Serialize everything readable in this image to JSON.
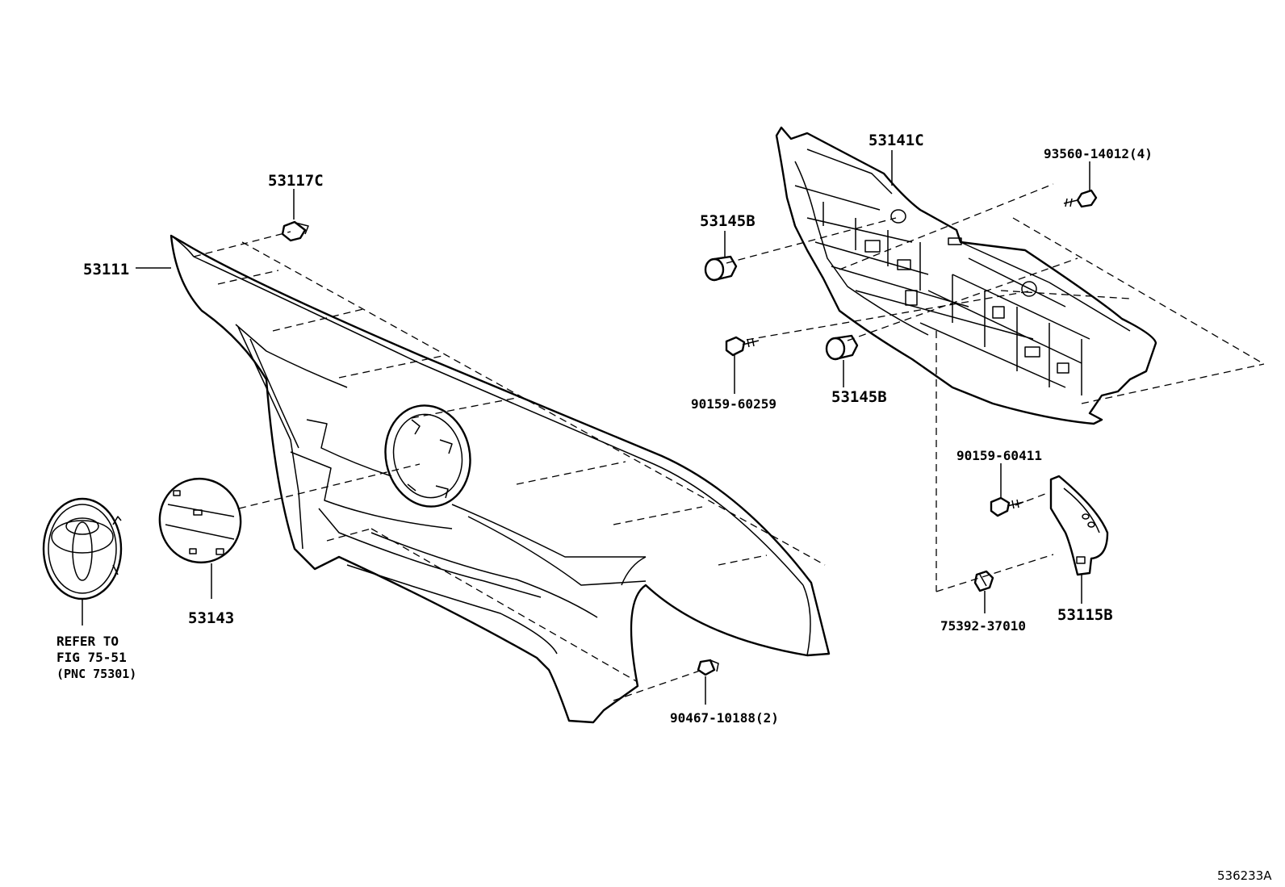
{
  "labels": {
    "grille": "53111",
    "clip_top": "53117C",
    "emblem_base": "53143",
    "inner_grille": "53141C",
    "bolt_top_right": "93560-14012(4)",
    "clip_upper": "53145B",
    "clip_lower": "53145B",
    "screw_left": "90159-60259",
    "screw_right": "90159-60411",
    "bracket": "53115B",
    "nut": "75392-37010",
    "clip_bottom": "90467-10188(2)",
    "refer_line1": "REFER TO",
    "refer_line2": "FIG 75-51",
    "refer_line3": "(PNC 75301)",
    "illustration_id": "536233A"
  },
  "icons": {
    "emblem": "toyota-emblem-icon"
  }
}
